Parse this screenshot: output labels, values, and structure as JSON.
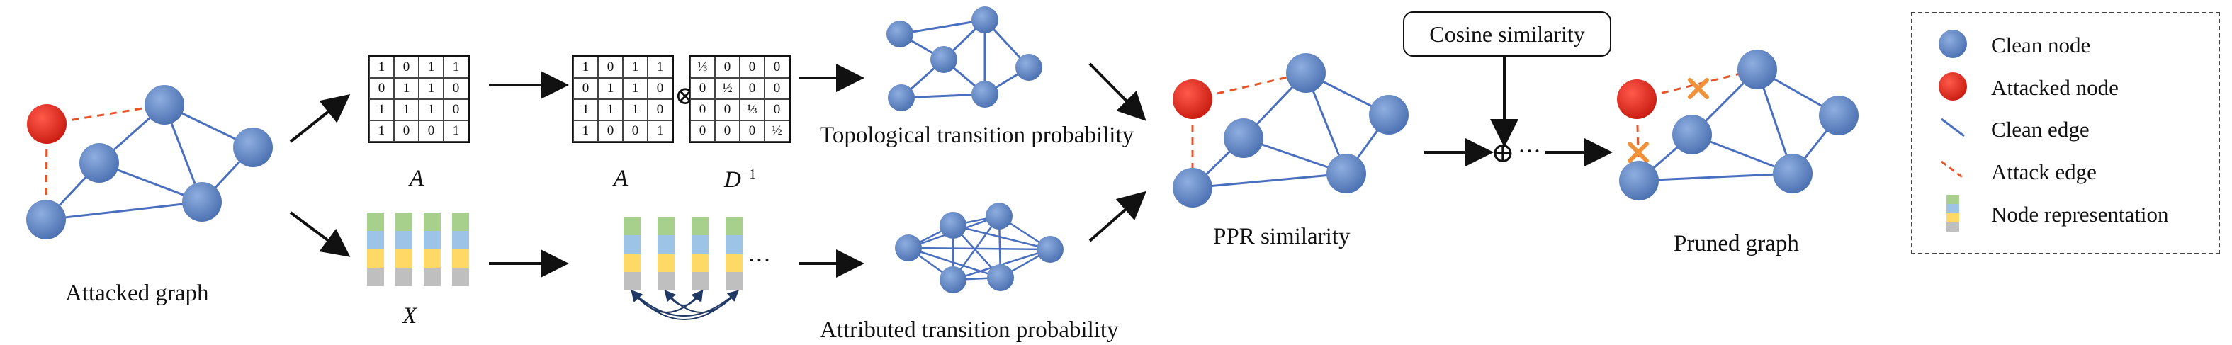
{
  "labels": {
    "attacked_graph": "Attacked graph",
    "adjacency_symbol": "A",
    "feature_symbol": "X",
    "degree_inverse_symbol": "D",
    "degree_inverse_exp": "−1",
    "topological": "Topological transition probability",
    "attributed": "Attributed transition probability",
    "ppr": "PPR similarity",
    "cosine": "Cosine similarity",
    "pruned": "Pruned graph",
    "ellipsis": "···",
    "otimes": "⊗",
    "oplus": "⊕"
  },
  "matrix_A": [
    [
      "1",
      "0",
      "1",
      "1"
    ],
    [
      "0",
      "1",
      "1",
      "0"
    ],
    [
      "1",
      "1",
      "1",
      "0"
    ],
    [
      "1",
      "0",
      "0",
      "1"
    ]
  ],
  "matrix_D_inv": [
    [
      "⅓",
      "0",
      "0",
      "0"
    ],
    [
      "0",
      "½",
      "0",
      "0"
    ],
    [
      "0",
      "0",
      "⅓",
      "0"
    ],
    [
      "0",
      "0",
      "0",
      "½"
    ]
  ],
  "legend": {
    "clean_node": "Clean node",
    "attacked_node": "Attacked node",
    "clean_edge": "Clean edge",
    "attack_edge": "Attack edge",
    "node_representation": "Node representation"
  },
  "colors": {
    "clean_node": "#5b7fc0",
    "attacked_node": "#e0261c",
    "clean_edge": "#4a6fbf",
    "attack_edge": "#e8542a",
    "prune_mark": "#f0923a",
    "repr_green": "#a8d08d",
    "repr_blue": "#9dc3e6",
    "repr_yellow": "#ffd966",
    "repr_gray": "#bfbfbf"
  }
}
